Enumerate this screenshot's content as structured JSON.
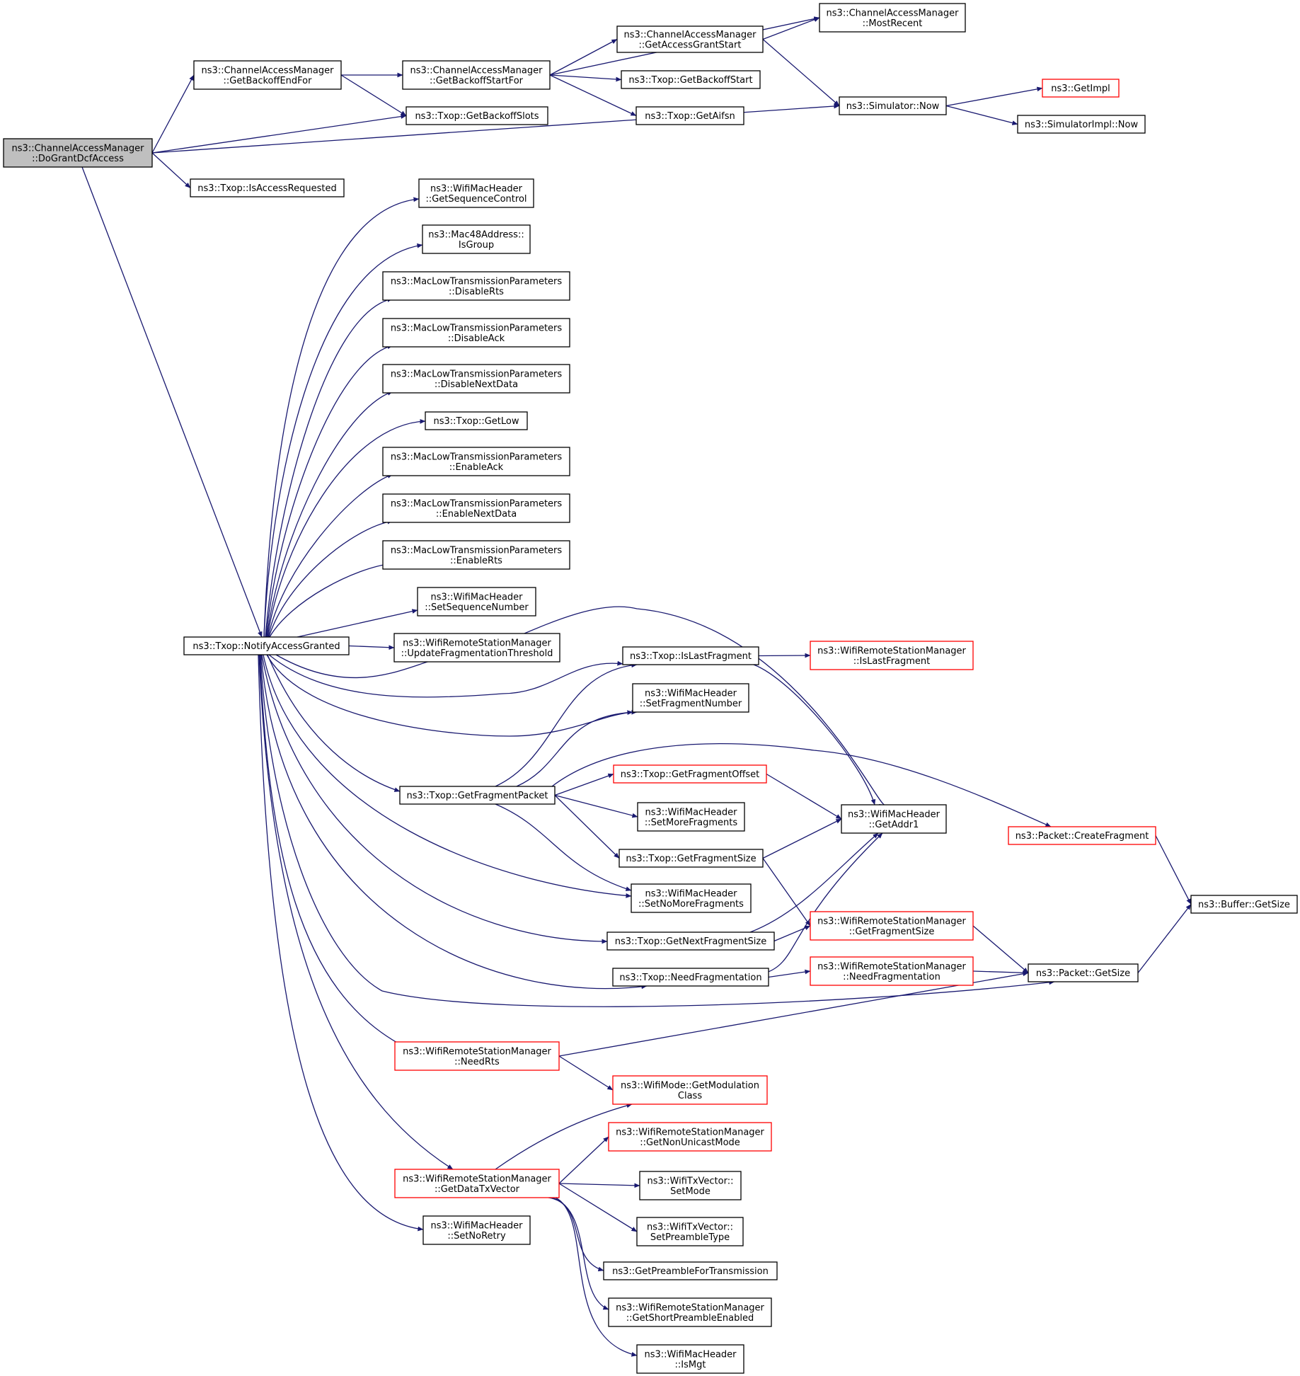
{
  "colors": {
    "edge": "#191970",
    "node_border": "#000000",
    "truncated_node_border": "#ff0000",
    "root_fill": "#bfbfbf",
    "background": "#ffffff"
  },
  "nodes": [
    {
      "id": "n0",
      "lines": [
        "ns3::ChannelAccessManager",
        "::DoGrantDcfAccess"
      ],
      "root": true
    },
    {
      "id": "n1",
      "lines": [
        "ns3::ChannelAccessManager",
        "::GetBackoffEndFor"
      ]
    },
    {
      "id": "n2",
      "lines": [
        "ns3::ChannelAccessManager",
        "::GetBackoffStartFor"
      ]
    },
    {
      "id": "n3",
      "lines": [
        "ns3::ChannelAccessManager",
        "::GetAccessGrantStart"
      ]
    },
    {
      "id": "n4",
      "lines": [
        "ns3::ChannelAccessManager",
        "::MostRecent"
      ]
    },
    {
      "id": "n5",
      "lines": [
        "ns3::Txop::GetBackoffStart"
      ]
    },
    {
      "id": "n6",
      "lines": [
        "ns3::Txop::GetAifsn"
      ]
    },
    {
      "id": "n7",
      "lines": [
        "ns3::Txop::GetBackoffSlots"
      ]
    },
    {
      "id": "n8",
      "lines": [
        "ns3::Simulator::Now"
      ]
    },
    {
      "id": "n9",
      "lines": [
        "ns3::GetImpl"
      ],
      "red": true
    },
    {
      "id": "n10",
      "lines": [
        "ns3::SimulatorImpl::Now"
      ]
    },
    {
      "id": "n11",
      "lines": [
        "ns3::Txop::IsAccessRequested"
      ]
    },
    {
      "id": "n12",
      "lines": [
        "ns3::Txop::NotifyAccessGranted"
      ]
    },
    {
      "id": "n13",
      "lines": [
        "ns3::WifiMacHeader",
        "::GetSequenceControl"
      ]
    },
    {
      "id": "n14",
      "lines": [
        "ns3::Mac48Address::",
        "IsGroup"
      ]
    },
    {
      "id": "n15",
      "lines": [
        "ns3::MacLowTransmissionParameters",
        "::DisableRts"
      ]
    },
    {
      "id": "n16",
      "lines": [
        "ns3::MacLowTransmissionParameters",
        "::DisableAck"
      ]
    },
    {
      "id": "n17",
      "lines": [
        "ns3::MacLowTransmissionParameters",
        "::DisableNextData"
      ]
    },
    {
      "id": "n18",
      "lines": [
        "ns3::Txop::GetLow"
      ]
    },
    {
      "id": "n19",
      "lines": [
        "ns3::MacLowTransmissionParameters",
        "::EnableAck"
      ]
    },
    {
      "id": "n20",
      "lines": [
        "ns3::MacLowTransmissionParameters",
        "::EnableNextData"
      ]
    },
    {
      "id": "n21",
      "lines": [
        "ns3::MacLowTransmissionParameters",
        "::EnableRts"
      ]
    },
    {
      "id": "n22",
      "lines": [
        "ns3::WifiMacHeader",
        "::SetSequenceNumber"
      ]
    },
    {
      "id": "n23",
      "lines": [
        "ns3::WifiRemoteStationManager",
        "::UpdateFragmentationThreshold"
      ]
    },
    {
      "id": "n24",
      "lines": [
        "ns3::Txop::IsLastFragment"
      ]
    },
    {
      "id": "n25",
      "lines": [
        "ns3::WifiRemoteStationManager",
        "::IsLastFragment"
      ],
      "red": true
    },
    {
      "id": "n26",
      "lines": [
        "ns3::WifiMacHeader",
        "::SetFragmentNumber"
      ]
    },
    {
      "id": "n27",
      "lines": [
        "ns3::Txop::GetFragmentPacket"
      ]
    },
    {
      "id": "n28",
      "lines": [
        "ns3::Txop::GetFragmentOffset"
      ],
      "red": true
    },
    {
      "id": "n29",
      "lines": [
        "ns3::WifiMacHeader",
        "::SetMoreFragments"
      ]
    },
    {
      "id": "n30",
      "lines": [
        "ns3::WifiMacHeader",
        "::GetAddr1"
      ]
    },
    {
      "id": "n31",
      "lines": [
        "ns3::Packet::CreateFragment"
      ],
      "red": true
    },
    {
      "id": "n32",
      "lines": [
        "ns3::Txop::GetFragmentSize"
      ]
    },
    {
      "id": "n33",
      "lines": [
        "ns3::WifiMacHeader",
        "::SetNoMoreFragments"
      ]
    },
    {
      "id": "n34",
      "lines": [
        "ns3::Buffer::GetSize"
      ]
    },
    {
      "id": "n35",
      "lines": [
        "ns3::WifiRemoteStationManager",
        "::GetFragmentSize"
      ],
      "red": true
    },
    {
      "id": "n36",
      "lines": [
        "ns3::Txop::GetNextFragmentSize"
      ]
    },
    {
      "id": "n37",
      "lines": [
        "ns3::Txop::NeedFragmentation"
      ]
    },
    {
      "id": "n38",
      "lines": [
        "ns3::WifiRemoteStationManager",
        "::NeedFragmentation"
      ],
      "red": true
    },
    {
      "id": "n39",
      "lines": [
        "ns3::Packet::GetSize"
      ]
    },
    {
      "id": "n40",
      "lines": [
        "ns3::WifiRemoteStationManager",
        "::NeedRts"
      ],
      "red": true
    },
    {
      "id": "n41",
      "lines": [
        "ns3::WifiMode::GetModulation",
        "Class"
      ],
      "red": true
    },
    {
      "id": "n42",
      "lines": [
        "ns3::WifiRemoteStationManager",
        "::GetNonUnicastMode"
      ],
      "red": true
    },
    {
      "id": "n43",
      "lines": [
        "ns3::WifiRemoteStationManager",
        "::GetDataTxVector"
      ],
      "red": true
    },
    {
      "id": "n44",
      "lines": [
        "ns3::WifiTxVector::",
        "SetMode"
      ]
    },
    {
      "id": "n45",
      "lines": [
        "ns3::WifiTxVector::",
        "SetPreambleType"
      ]
    },
    {
      "id": "n46",
      "lines": [
        "ns3::WifiMacHeader",
        "::SetNoRetry"
      ]
    },
    {
      "id": "n47",
      "lines": [
        "ns3::GetPreambleForTransmission"
      ]
    },
    {
      "id": "n48",
      "lines": [
        "ns3::WifiRemoteStationManager",
        "::GetShortPreambleEnabled"
      ]
    },
    {
      "id": "n49",
      "lines": [
        "ns3::WifiMacHeader",
        "::IsMgt"
      ]
    }
  ],
  "edges": [
    [
      "n0",
      "n1"
    ],
    [
      "n0",
      "n7"
    ],
    [
      "n0",
      "n8"
    ],
    [
      "n0",
      "n11"
    ],
    [
      "n0",
      "n12"
    ],
    [
      "n1",
      "n2"
    ],
    [
      "n1",
      "n7"
    ],
    [
      "n2",
      "n3"
    ],
    [
      "n2",
      "n4"
    ],
    [
      "n2",
      "n5"
    ],
    [
      "n2",
      "n6"
    ],
    [
      "n3",
      "n4"
    ],
    [
      "n3",
      "n8"
    ],
    [
      "n8",
      "n9"
    ],
    [
      "n8",
      "n10"
    ],
    [
      "n12",
      "n13"
    ],
    [
      "n12",
      "n14"
    ],
    [
      "n12",
      "n15"
    ],
    [
      "n12",
      "n16"
    ],
    [
      "n12",
      "n17"
    ],
    [
      "n12",
      "n18"
    ],
    [
      "n12",
      "n19"
    ],
    [
      "n12",
      "n20"
    ],
    [
      "n12",
      "n21"
    ],
    [
      "n12",
      "n22"
    ],
    [
      "n12",
      "n23"
    ],
    [
      "n12",
      "n30"
    ],
    [
      "n12",
      "n24"
    ],
    [
      "n12",
      "n26"
    ],
    [
      "n12",
      "n27"
    ],
    [
      "n12",
      "n33"
    ],
    [
      "n12",
      "n36"
    ],
    [
      "n12",
      "n37"
    ],
    [
      "n12",
      "n39"
    ],
    [
      "n12",
      "n40"
    ],
    [
      "n12",
      "n43"
    ],
    [
      "n12",
      "n46"
    ],
    [
      "n24",
      "n25"
    ],
    [
      "n24",
      "n30"
    ],
    [
      "n27",
      "n24"
    ],
    [
      "n27",
      "n26"
    ],
    [
      "n27",
      "n31"
    ],
    [
      "n27",
      "n28"
    ],
    [
      "n27",
      "n29"
    ],
    [
      "n27",
      "n32"
    ],
    [
      "n27",
      "n33"
    ],
    [
      "n28",
      "n30"
    ],
    [
      "n32",
      "n30"
    ],
    [
      "n32",
      "n35"
    ],
    [
      "n31",
      "n34"
    ],
    [
      "n36",
      "n30"
    ],
    [
      "n36",
      "n35"
    ],
    [
      "n37",
      "n30"
    ],
    [
      "n37",
      "n38"
    ],
    [
      "n35",
      "n39"
    ],
    [
      "n38",
      "n39"
    ],
    [
      "n39",
      "n34"
    ],
    [
      "n40",
      "n39"
    ],
    [
      "n40",
      "n41"
    ],
    [
      "n43",
      "n41"
    ],
    [
      "n43",
      "n42"
    ],
    [
      "n43",
      "n44"
    ],
    [
      "n43",
      "n45"
    ],
    [
      "n43",
      "n47"
    ],
    [
      "n43",
      "n48"
    ],
    [
      "n43",
      "n49"
    ]
  ]
}
